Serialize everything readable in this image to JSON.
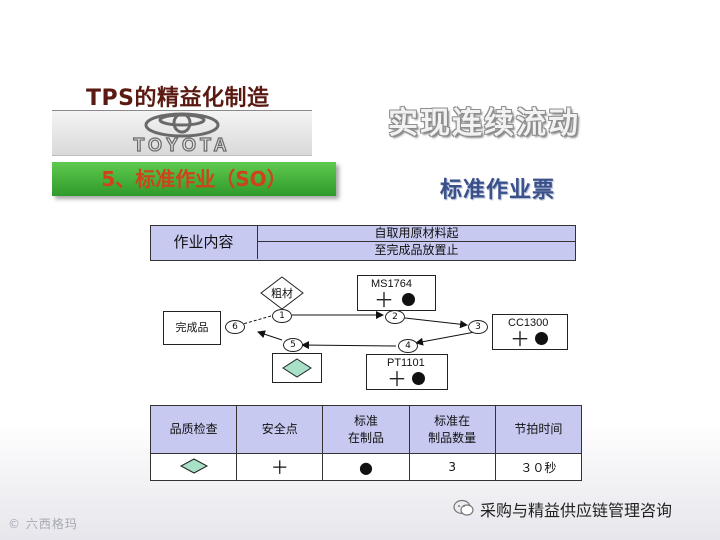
{
  "header": {
    "tps_title": "TPS的精益化制造",
    "logo_text": "TOYOTA",
    "section_label": "5、标准作业（SO）"
  },
  "main_title": "实现连续流动",
  "sub_title": "标准作业票",
  "work_table": {
    "header": "作业内容",
    "row1": "自取用原材料起",
    "row2": "至完成品放置止"
  },
  "diagram": {
    "raw_material": "粗材",
    "finished_goods": "完成品",
    "machines": [
      "MS1764",
      "CC1300",
      "PT1101"
    ],
    "nodes": [
      "1",
      "2",
      "3",
      "4",
      "5",
      "6"
    ]
  },
  "legend_table": {
    "headers": [
      "品质检查",
      "安全点",
      "标准\n在制品",
      "标准在\n制品数量",
      "节拍时间"
    ],
    "values": [
      "◇",
      "＋",
      "●",
      "3",
      "３０秒"
    ]
  },
  "footer": {
    "source": "采购与精益供应链管理咨询",
    "watermark": "六西格玛"
  },
  "colors": {
    "green_bar": "#3fae35",
    "table_fill": "#c7c9f1",
    "subtitle": "#39508a",
    "title_red": "#d0421a"
  }
}
